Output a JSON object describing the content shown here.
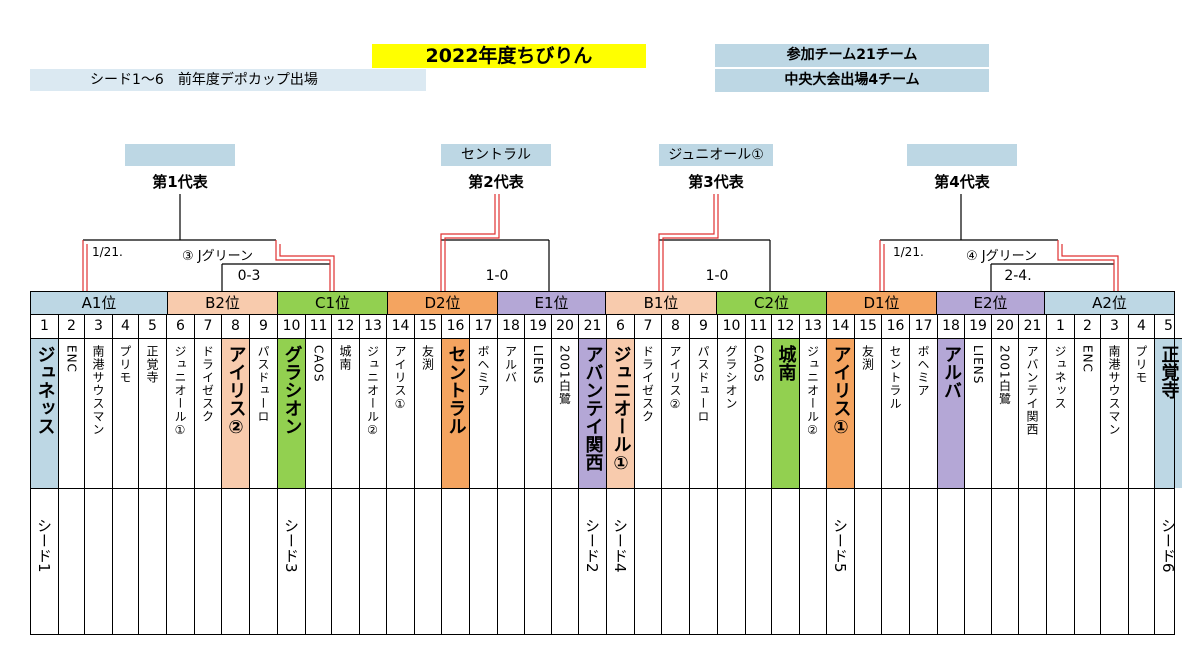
{
  "header": {
    "title": "2022年度ちびりん",
    "seed_note": "シード1～6　前年度デポカップ出場",
    "teams_count": "参加チーム21チーム",
    "central_count": "中央大会出場4チーム"
  },
  "representatives": [
    {
      "team": "",
      "label": "第1代表"
    },
    {
      "team": "セントラル",
      "label": "第2代表"
    },
    {
      "team": "ジュニオール①",
      "label": "第3代表"
    },
    {
      "team": "",
      "label": "第4代表"
    }
  ],
  "bracket_notes": {
    "left_date": "1/21.",
    "left_venue": "③ Jグリーン",
    "left_score": "0-3",
    "mid_left_score": "1-0",
    "mid_right_score": "1-0",
    "right_date": "1/21.",
    "right_venue": "④ Jグリーン",
    "right_score": "2-4."
  },
  "groups": [
    "A1位",
    "B2位",
    "C1位",
    "D2位",
    "E1位",
    "B1位",
    "C2位",
    "D1位",
    "E2位",
    "A2位"
  ],
  "numbers": [
    "1",
    "2",
    "3",
    "4",
    "5",
    "6",
    "7",
    "8",
    "9",
    "10",
    "11",
    "12",
    "13",
    "14",
    "15",
    "16",
    "17",
    "18",
    "19",
    "20",
    "21",
    "6",
    "7",
    "8",
    "9",
    "10",
    "11",
    "12",
    "13",
    "14",
    "15",
    "16",
    "17",
    "18",
    "19",
    "20",
    "21",
    "1",
    "2",
    "3",
    "4",
    "5"
  ],
  "teams": [
    "ジュネッス",
    "ENC",
    "南港サウスマン",
    "プリモ",
    "正覚寺",
    "ジュニオール①",
    "ドライゼスク",
    "アイリス②",
    "パスドューロ",
    "グラシオン",
    "CAOS",
    "城南",
    "ジュニオール②",
    "アイリス①",
    "友渕",
    "セントラル",
    "ボヘミア",
    "アルバ",
    "LIENS",
    "2001白鷺",
    "アバンテイ関西",
    "ジュニオール①",
    "ドライゼスク",
    "アイリス②",
    "パスドューロ",
    "グラシオン",
    "CAOS",
    "城南",
    "ジュニオール②",
    "アイリス①",
    "友渕",
    "セントラル",
    "ボヘミア",
    "アルバ",
    "LIENS",
    "2001白鷺",
    "アバンテイ関西",
    "ジュネッス",
    "ENC",
    "南港サウスマン",
    "プリモ",
    "正覚寺"
  ],
  "seeds": [
    "シード1",
    "",
    "",
    "",
    "",
    "",
    "",
    "",
    "",
    "シード3",
    "",
    "",
    "",
    "",
    "",
    "",
    "",
    "",
    "",
    "",
    "シード2",
    "シード4",
    "",
    "",
    "",
    "",
    "",
    "",
    "",
    "シード5",
    "",
    "",
    "",
    "",
    "",
    "",
    "",
    "",
    "",
    "",
    "",
    "シード6"
  ],
  "colors": {
    "A": "#bdd7e4",
    "B": "#f8cbad",
    "C": "#92d050",
    "D": "#f4a460",
    "E": "#b4a7d6",
    "title_bg": "#ffff00",
    "info_bg": "#bdd7e4",
    "winner_line": "#e03030"
  }
}
